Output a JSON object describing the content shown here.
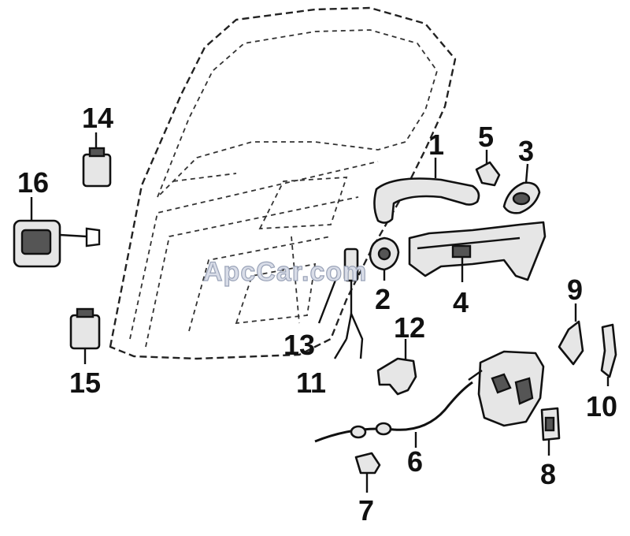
{
  "watermark": "ApcCar.com",
  "callouts": [
    {
      "id": "1",
      "text": "1"
    },
    {
      "id": "2",
      "text": "2"
    },
    {
      "id": "3",
      "text": "3"
    },
    {
      "id": "4",
      "text": "4"
    },
    {
      "id": "5",
      "text": "5"
    },
    {
      "id": "6",
      "text": "6"
    },
    {
      "id": "7",
      "text": "7"
    },
    {
      "id": "8",
      "text": "8"
    },
    {
      "id": "9",
      "text": "9"
    },
    {
      "id": "10",
      "text": "10"
    },
    {
      "id": "11",
      "text": "11"
    },
    {
      "id": "12",
      "text": "12"
    },
    {
      "id": "13",
      "text": "13"
    },
    {
      "id": "14",
      "text": "14"
    },
    {
      "id": "15",
      "text": "15"
    },
    {
      "id": "16",
      "text": "16"
    }
  ],
  "colors": {
    "ink": "#111111",
    "paper": "#ffffff",
    "watermark_fill": "#d9dde8"
  }
}
